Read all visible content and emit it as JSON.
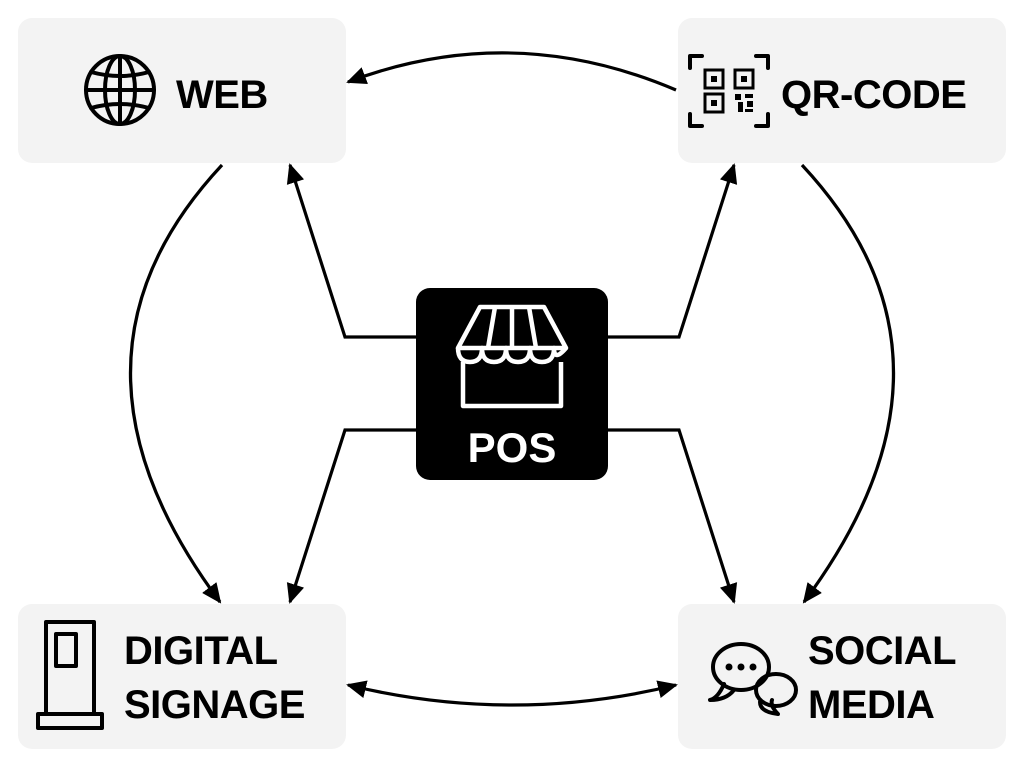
{
  "nodes": {
    "web": {
      "label": "WEB",
      "icon": "globe-icon"
    },
    "qr_code": {
      "label": "QR-CODE",
      "icon": "qr-code-icon"
    },
    "digital_signage": {
      "label_line1": "DIGITAL",
      "label_line2": "SIGNAGE",
      "icon": "kiosk-icon"
    },
    "social_media": {
      "label_line1": "SOCIAL",
      "label_line2": "MEDIA",
      "icon": "chat-bubbles-icon"
    },
    "pos": {
      "label": "POS",
      "icon": "storefront-icon"
    }
  },
  "colors": {
    "node_fill": "#f3f3f3",
    "pos_fill": "#000000",
    "line": "#000000"
  }
}
